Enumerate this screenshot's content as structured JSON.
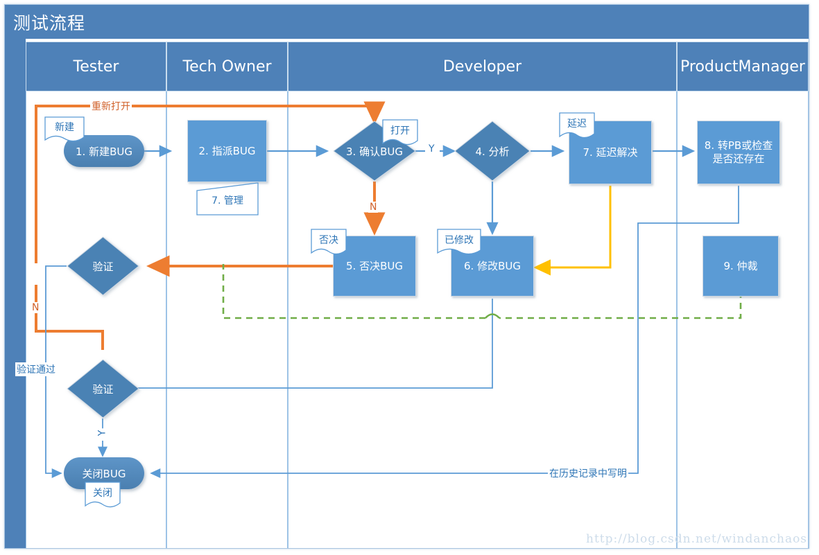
{
  "diagram": {
    "title": "测试流程",
    "watermark": "http://blog.csdn.net/windanchaos",
    "colors": {
      "lane_header": "#4E81B8",
      "node_fill": "#5B9BD5",
      "diamond_fill": "#4A82B4",
      "pill_fill": "#4F86BC",
      "flow_blue": "#5B9BD5",
      "flow_orange": "#ED7D31",
      "flow_yellow": "#FFC000",
      "flow_green": "#70AD47",
      "label_blue": "#2E75B6"
    }
  },
  "lanes": [
    {
      "name": "Tester"
    },
    {
      "name": "Tech Owner"
    },
    {
      "name": "Developer"
    },
    {
      "name": "ProductManager"
    }
  ],
  "nodes": {
    "n1": {
      "label": "1. 新建BUG",
      "shape": "pill",
      "lane": "Tester"
    },
    "n2": {
      "label": "2. 指派BUG",
      "shape": "rect",
      "lane": "Tech Owner"
    },
    "n3": {
      "label": "3. 确认BUG",
      "shape": "diamond",
      "lane": "Developer"
    },
    "n4": {
      "label": "4. 分析",
      "shape": "diamond",
      "lane": "Developer"
    },
    "n5": {
      "label": "5. 否决BUG",
      "shape": "rect",
      "lane": "Developer"
    },
    "n6": {
      "label": "6. 修改BUG",
      "shape": "rect",
      "lane": "Developer"
    },
    "n7": {
      "label": "7. 延迟解决",
      "shape": "rect",
      "lane": "Developer"
    },
    "n8": {
      "label": "8. 转PB或检查是否还存在",
      "shape": "rect",
      "lane": "ProductManager"
    },
    "n9": {
      "label": "9. 仲裁",
      "shape": "rect",
      "lane": "ProductManager"
    },
    "v1": {
      "label": "验证",
      "shape": "diamond",
      "lane": "Tester"
    },
    "v2": {
      "label": "验证",
      "shape": "diamond",
      "lane": "Tester"
    },
    "nc": {
      "label": "关闭BUG",
      "shape": "pill",
      "lane": "Tester"
    }
  },
  "annotations": {
    "a_new": {
      "text": "新建",
      "attached_to": "n1"
    },
    "a_manage": {
      "text": "7. 管理",
      "attached_to": "n2"
    },
    "a_open": {
      "text": "打开",
      "attached_to": "n3"
    },
    "a_reject": {
      "text": "否决",
      "attached_to": "n5"
    },
    "a_fixed": {
      "text": "已修改",
      "attached_to": "n6"
    },
    "a_delay": {
      "text": "延迟",
      "attached_to": "n7"
    },
    "a_closed": {
      "text": "关闭",
      "attached_to": "nc"
    }
  },
  "edge_labels": {
    "reopen": "重新打开",
    "confirm_y": "Y",
    "confirm_n": "N",
    "verify_n": "N",
    "verify_y": "Y",
    "verify_pass": "验证通过",
    "history": "在历史记录中写明"
  }
}
